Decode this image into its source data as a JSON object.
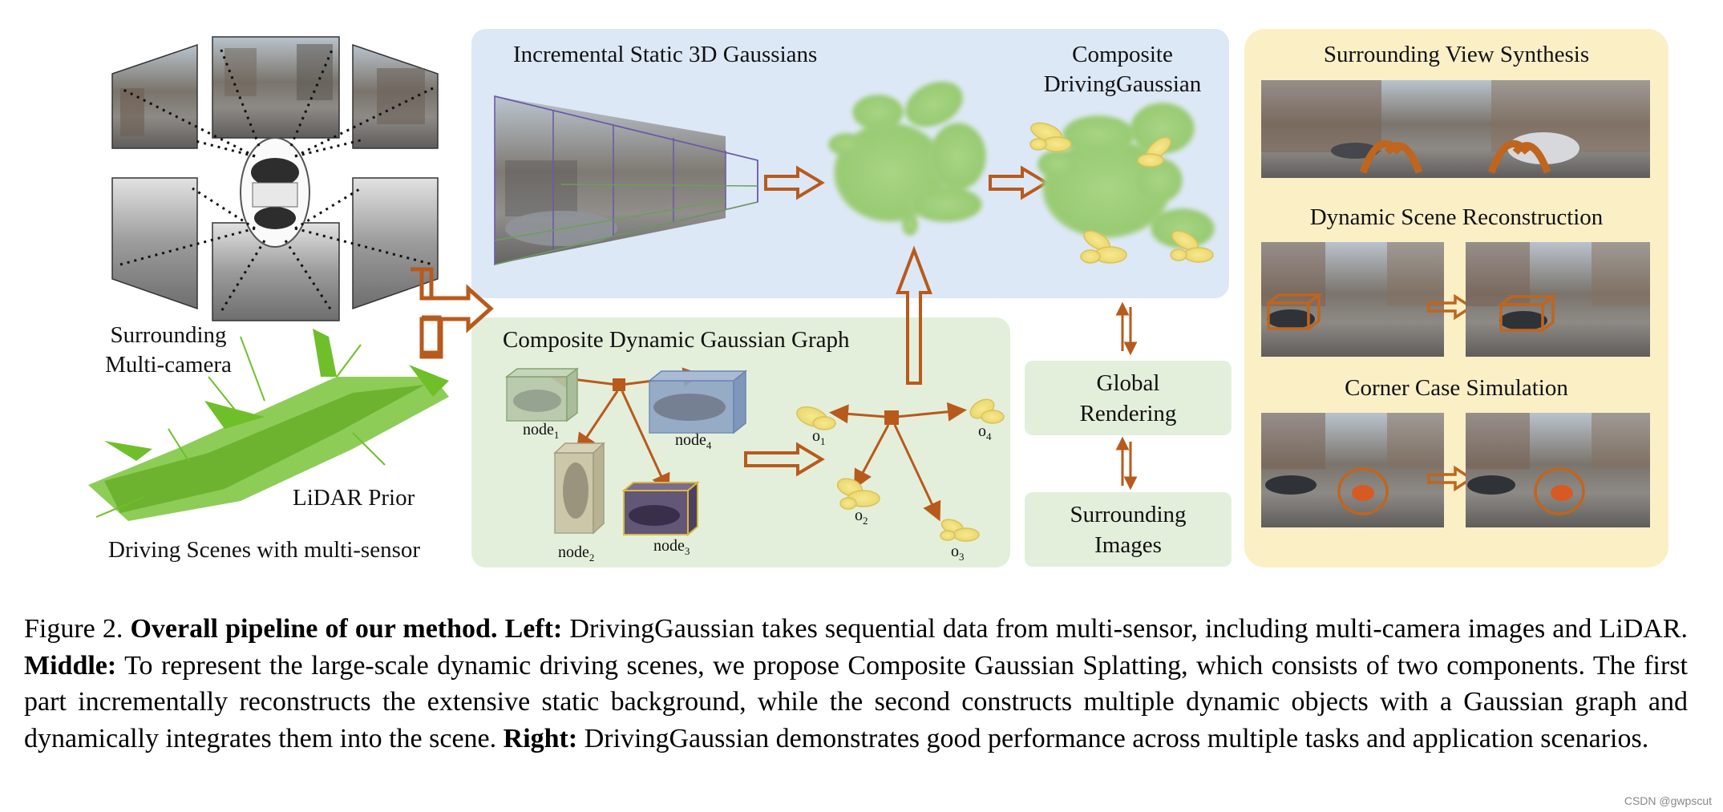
{
  "left": {
    "multicam_label_1": "Surrounding",
    "multicam_label_2": "Multi-camera",
    "lidar_label": "LiDAR Prior",
    "scenes_label": "Driving Scenes with multi-sensor"
  },
  "static_panel": {
    "title": "Incremental Static 3D Gaussians",
    "composite_1": "Composite",
    "composite_2": "DrivingGaussian"
  },
  "dynamic_panel": {
    "title": "Composite Dynamic Gaussian Graph",
    "nodes": [
      {
        "base": "node",
        "sub": "1"
      },
      {
        "base": "node",
        "sub": "2"
      },
      {
        "base": "node",
        "sub": "3"
      },
      {
        "base": "node",
        "sub": "4"
      }
    ],
    "objects": [
      {
        "base": "o",
        "sub": "1"
      },
      {
        "base": "o",
        "sub": "2"
      },
      {
        "base": "o",
        "sub": "3"
      },
      {
        "base": "o",
        "sub": "4"
      }
    ]
  },
  "middle_boxes": {
    "global_1": "Global",
    "global_2": "Rendering",
    "surround_1": "Surrounding",
    "surround_2": "Images"
  },
  "right_panel": {
    "task1": "Surrounding View Synthesis",
    "task2": "Dynamic Scene Reconstruction",
    "task3": "Corner Case Simulation"
  },
  "caption": {
    "prefix": "Figure 2. ",
    "bold_title": "Overall pipeline of our method.",
    "left_label": "Left:",
    "left_text": " DrivingGaussian takes sequential data from multi-sensor, including multi-camera images and LiDAR. ",
    "middle_label": "Middle:",
    "middle_text": " To represent the large-scale dynamic driving scenes, we propose Composite Gaussian Splatting, which consists of two components. The first part incrementally reconstructs the extensive static background, while the second constructs multiple dynamic objects with a Gaussian graph and dynamically integrates them into the scene. ",
    "right_label": "Right:",
    "right_text": " DrivingGaussian demonstrates good performance across multiple tasks and application scenarios."
  },
  "watermark": "CSDN @gwpscut",
  "colors": {
    "static_bg": "#dce8f6",
    "dynamic_bg": "#e4efdb",
    "right_bg": "#fbefc6",
    "box_bg": "#e4efdb",
    "arrow": "#b85a1c",
    "gaussian_green": "#9fd07a",
    "gaussian_yellow": "#f5e27e",
    "lidar_green": "#6fbf2a"
  }
}
